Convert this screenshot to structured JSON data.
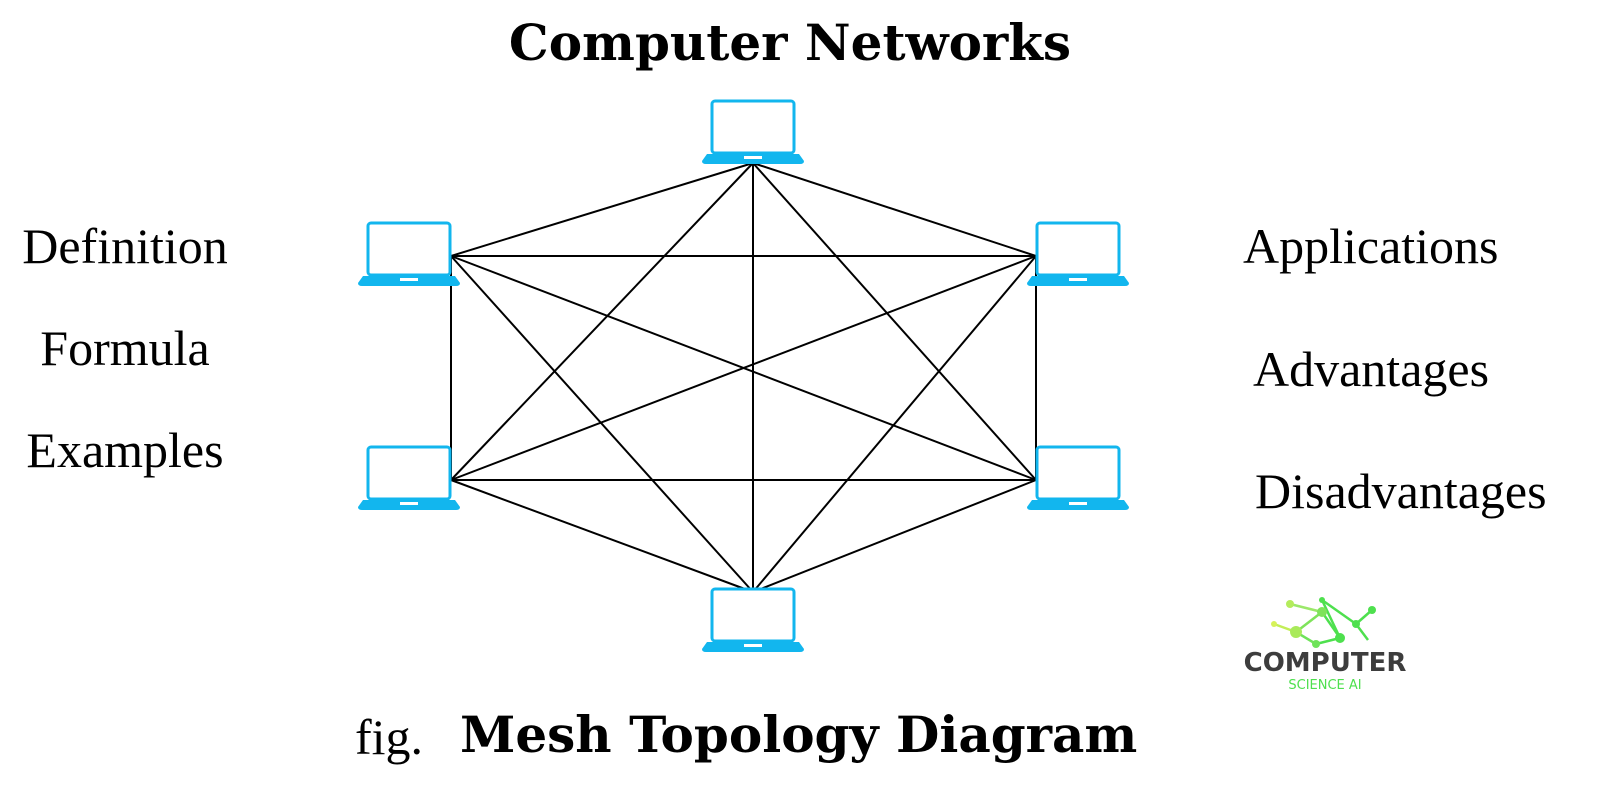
{
  "title": "Computer Networks",
  "left_topics": [
    "Definition",
    "Formula",
    "Examples"
  ],
  "right_topics": [
    "Applications",
    "Advantages",
    "Disadvantages"
  ],
  "caption": {
    "prefix": "fig.",
    "text": "Mesh Topology Diagram"
  },
  "logo": {
    "main": "COMPUTER",
    "sub": "SCIENCE AI",
    "main_color": "#3d3d3d",
    "accent_color": "#4ee04e"
  },
  "colors": {
    "laptop": "#12b6ee",
    "link": "#000000"
  },
  "diagram": {
    "nodes": [
      {
        "id": "top"
      },
      {
        "id": "upper-right"
      },
      {
        "id": "lower-right"
      },
      {
        "id": "bottom"
      },
      {
        "id": "lower-left"
      },
      {
        "id": "upper-left"
      }
    ],
    "topology": "full-mesh"
  }
}
